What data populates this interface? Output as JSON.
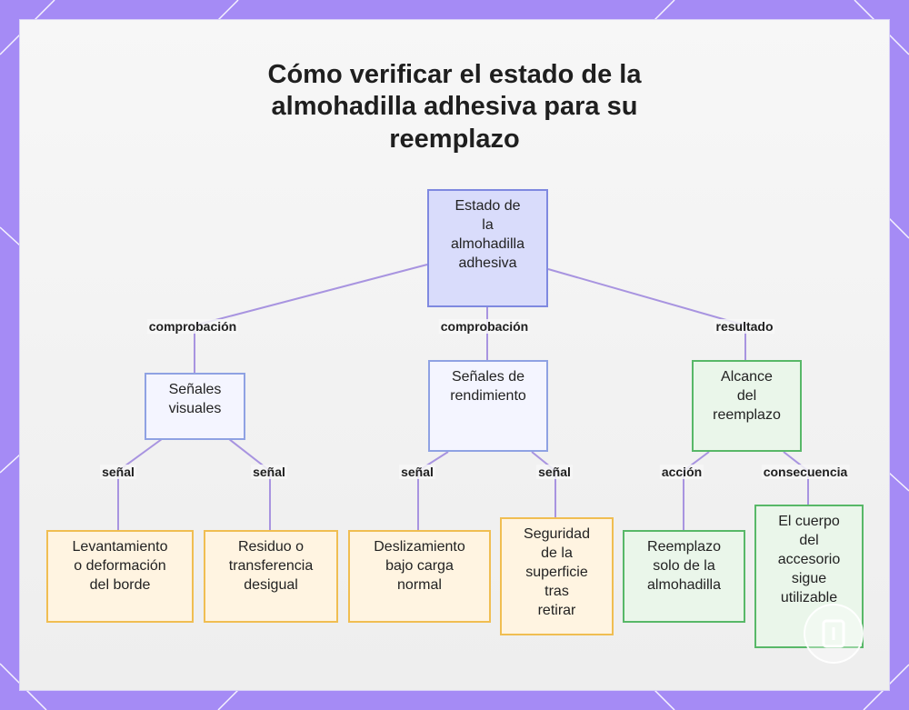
{
  "title_lines": [
    "Cómo verificar el estado de la",
    "almohadilla adhesiva para su",
    "reemplazo"
  ],
  "nodes": {
    "root": [
      "Estado de",
      "la",
      "almohadilla",
      "adhesiva"
    ],
    "visual": [
      "Señales",
      "visuales"
    ],
    "rendimiento": [
      "Señales de",
      "rendimiento"
    ],
    "alcance": [
      "Alcance",
      "del",
      "reemplazo"
    ],
    "levantamiento": [
      "Levantamiento",
      "o deformación",
      "del borde"
    ],
    "residuo": [
      "Residuo o",
      "transferencia",
      "desigual"
    ],
    "deslizamiento": [
      "Deslizamiento",
      "bajo carga",
      "normal"
    ],
    "seguridad": [
      "Seguridad",
      "de la",
      "superficie",
      "tras",
      "retirar"
    ],
    "reemplazo_solo": [
      "Reemplazo",
      "solo de la",
      "almohadilla"
    ],
    "cuerpo": [
      "El cuerpo",
      "del",
      "accesorio",
      "sigue",
      "utilizable"
    ]
  },
  "edge_labels": {
    "root_visual": "comprobación",
    "root_rendimiento": "comprobación",
    "root_alcance": "resultado",
    "visual_lev": "señal",
    "visual_res": "señal",
    "rend_desl": "señal",
    "rend_seg": "señal",
    "alc_reemp": "acción",
    "alc_cuerpo": "consecuencia"
  },
  "colors": {
    "frame": "#a58bf5",
    "edge": "#a894e0",
    "root_fill": "#d9dcfb",
    "mid_fill": "#f4f5ff",
    "yellow_border": "#f0be52",
    "green_border": "#58b868"
  }
}
